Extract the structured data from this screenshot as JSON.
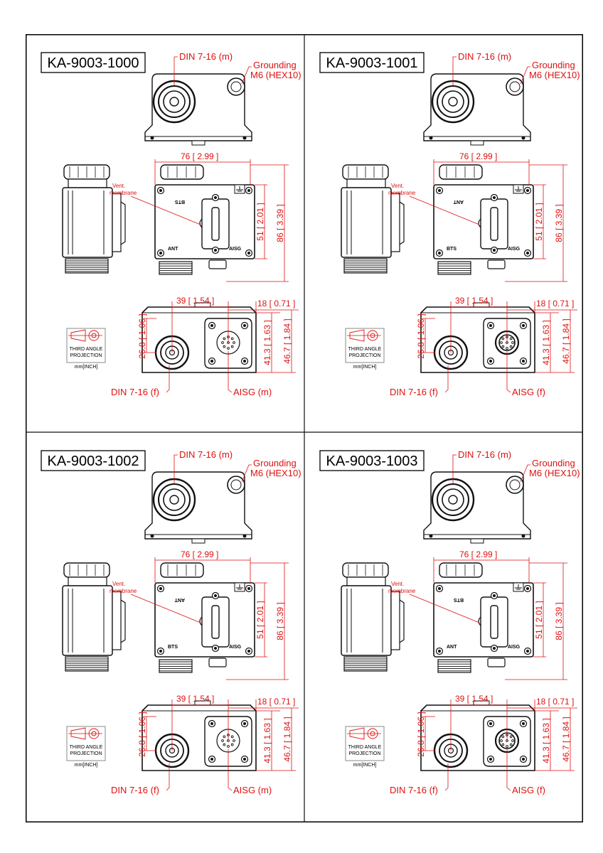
{
  "panels": [
    {
      "model": "KA-9003-1000",
      "top_callouts": {
        "din": "DIN 7-16 (m)",
        "grounding_1": "Grounding",
        "grounding_2": "M6 (HEX10)"
      },
      "vent": {
        "line1": "Vent.",
        "line2": "membrane"
      },
      "body_labels": {
        "upper": "BTS",
        "lower_left": "ANT",
        "lower_right": "AISG"
      },
      "dimensions": {
        "width": "76 [ 2.99 ]",
        "body_height": "51 [ 2.01 ]",
        "total_height": "86 [ 3.39 ]",
        "din_offset": "39 [ 1.54 ]",
        "aisg_offset": "18 [ 0.71 ]",
        "din_height": "26.8 [ 1.06 ]",
        "aisg_height": "41.3 [ 1.63 ]",
        "bottom_height": "46.7 [ 1.84 ]"
      },
      "bottom_callouts": {
        "din": "DIN 7-16 (f)",
        "aisg": "AISG (m)"
      },
      "aisg_pin_variant": "male",
      "projection": {
        "line1": "THIRD ANGLE",
        "line2": "PROJECTION",
        "units": "mm[INCH]"
      }
    },
    {
      "model": "KA-9003-1001",
      "top_callouts": {
        "din": "DIN 7-16 (m)",
        "grounding_1": "Grounding",
        "grounding_2": "M6 (HEX10)"
      },
      "vent": {
        "line1": "Vent.",
        "line2": "membrane"
      },
      "body_labels": {
        "upper": "ANT",
        "lower_left": "BTS",
        "lower_right": "AISG"
      },
      "dimensions": {
        "width": "76 [ 2.99 ]",
        "body_height": "51 [ 2.01 ]",
        "total_height": "86 [ 3.39 ]",
        "din_offset": "39 [ 1.54 ]",
        "aisg_offset": "18 [ 0.71 ]",
        "din_height": "26.8 [ 1.06 ]",
        "aisg_height": "41.3 [ 1.63 ]",
        "bottom_height": "46.7 [ 1.84 ]"
      },
      "bottom_callouts": {
        "din": "DIN 7-16 (f)",
        "aisg": "AISG (f)"
      },
      "aisg_pin_variant": "female",
      "projection": {
        "line1": "THIRD ANGLE",
        "line2": "PROJECTION",
        "units": "mm[INCH]"
      }
    },
    {
      "model": "KA-9003-1002",
      "top_callouts": {
        "din": "DIN 7-16 (m)",
        "grounding_1": "Grounding",
        "grounding_2": "M6 (HEX10)"
      },
      "vent": {
        "line1": "Vent.",
        "line2": "membrane"
      },
      "body_labels": {
        "upper": "ANT",
        "lower_left": "BTS",
        "lower_right": "AISG"
      },
      "dimensions": {
        "width": "76 [ 2.99 ]",
        "body_height": "51 [ 2.01 ]",
        "total_height": "86 [ 3.39 ]",
        "din_offset": "39 [ 1.54 ]",
        "aisg_offset": "18 [ 0.71 ]",
        "din_height": "26.8 [ 1.06 ]",
        "aisg_height": "41.3 [ 1.63 ]",
        "bottom_height": "46.7 [ 1.84 ]"
      },
      "bottom_callouts": {
        "din": "DIN 7-16 (f)",
        "aisg": "AISG (m)"
      },
      "aisg_pin_variant": "male",
      "projection": {
        "line1": "THIRD ANGLE",
        "line2": "PROJECTION",
        "units": "mm[INCH]"
      }
    },
    {
      "model": "KA-9003-1003",
      "top_callouts": {
        "din": "DIN 7-16 (m)",
        "grounding_1": "Grounding",
        "grounding_2": "M6 (HEX10)"
      },
      "vent": {
        "line1": "Vent.",
        "line2": "membrane"
      },
      "body_labels": {
        "upper": "BTS",
        "lower_left": "ANT",
        "lower_right": "AISG"
      },
      "dimensions": {
        "width": "76 [ 2.99 ]",
        "body_height": "51 [ 2.01 ]",
        "total_height": "86 [ 3.39 ]",
        "din_offset": "39 [ 1.54 ]",
        "aisg_offset": "18 [ 0.71 ]",
        "din_height": "26.8 [ 1.06 ]",
        "aisg_height": "41.3 [ 1.63 ]",
        "bottom_height": "46.7 [ 1.84 ]"
      },
      "bottom_callouts": {
        "din": "DIN 7-16 (f)",
        "aisg": "AISG (f)"
      },
      "aisg_pin_variant": "female",
      "projection": {
        "line1": "THIRD ANGLE",
        "line2": "PROJECTION",
        "units": "mm[INCH]"
      }
    }
  ],
  "colors": {
    "annotation": "#dd1111",
    "linework": "#111111",
    "frame": "#000000"
  }
}
